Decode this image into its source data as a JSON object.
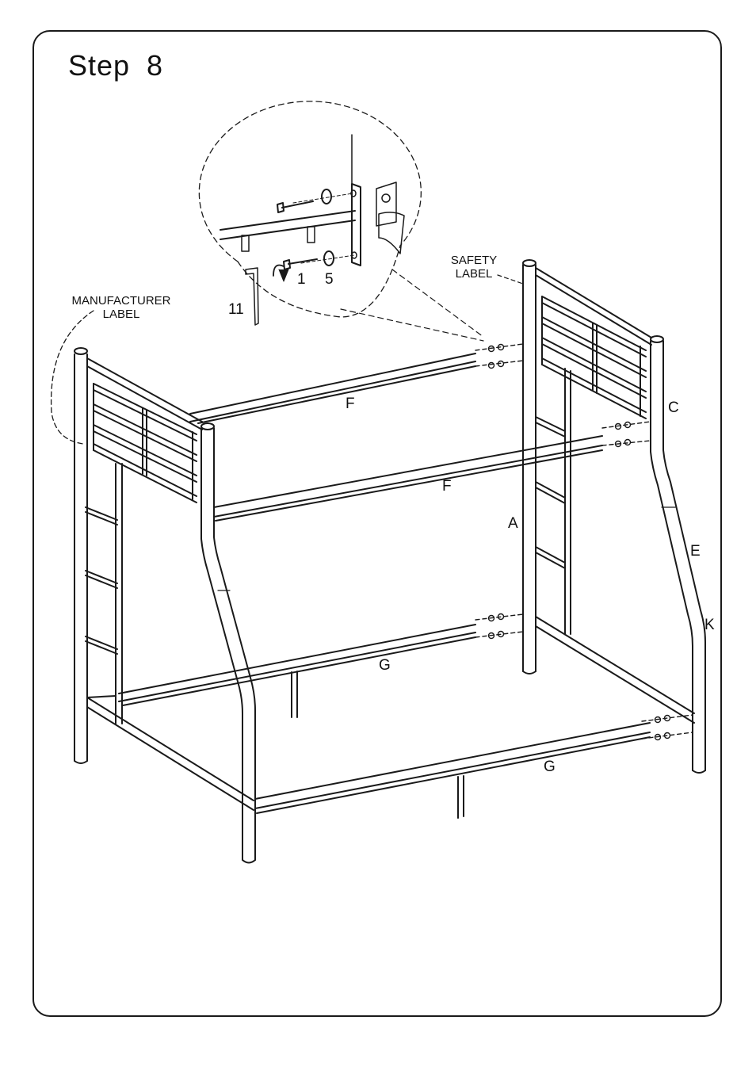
{
  "step": {
    "title": "Step  8"
  },
  "callouts": {
    "safety_label": [
      "SAFETY",
      "LABEL"
    ],
    "manufacturer_label": [
      "MANUFACTURER",
      "LABEL"
    ]
  },
  "detail": {
    "bolt_number": "1",
    "washer_number": "5",
    "wrench_number": "11"
  },
  "parts": {
    "f_upper_back": "F",
    "f_upper_front": "F",
    "g_lower_back": "G",
    "g_lower_front": "G",
    "a": "A",
    "c": "C",
    "e": "E",
    "k": "K"
  }
}
